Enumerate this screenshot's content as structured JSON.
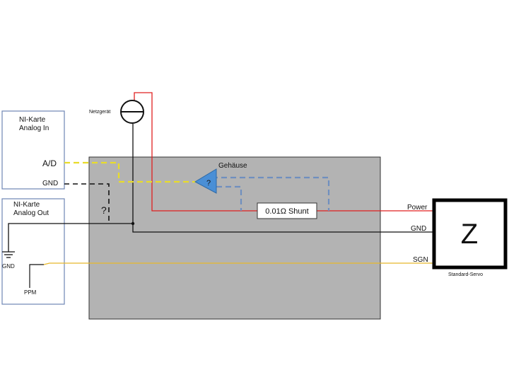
{
  "ni_in": {
    "title_line1": "NI-Karte",
    "title_line2": "Analog In",
    "ad_label": "A/D",
    "gnd_label": "GND"
  },
  "ni_out": {
    "title_line1": "NI-Karte",
    "title_line2": "Analog Out",
    "gnd_label": "GND",
    "ppm_label": "PPM"
  },
  "power_supply": {
    "label": "Netzgerät"
  },
  "housing": {
    "label": "Gehäuse"
  },
  "amplifier": {
    "label": "?"
  },
  "unknown_gnd": {
    "label": "?"
  },
  "shunt": {
    "label": "0.01Ω Shunt"
  },
  "servo": {
    "symbol": "Z",
    "label": "Standard-Servo",
    "power_label": "Power",
    "gnd_label": "GND",
    "sgn_label": "SGN"
  },
  "colors": {
    "power_wire": "#e02020",
    "ground_wire": "#111111",
    "signal_wire": "#e8b82a",
    "measure_wire": "#e8dc2a",
    "feedback_wire": "#6f8fbf",
    "housing_fill": "#b3b3b3",
    "ni_box_border": "#6f86b5",
    "amplifier_fill": "#4a8fd6"
  }
}
